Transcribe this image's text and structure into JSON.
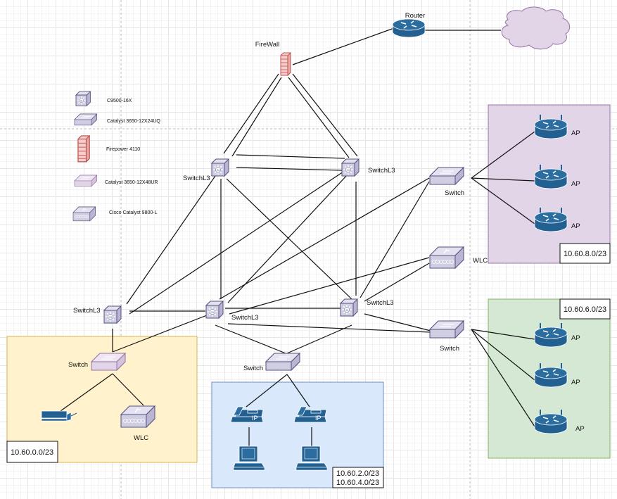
{
  "diagram": {
    "page_dividers": [
      "vertical-dashed",
      "horizontal-dashed"
    ],
    "legend": [
      {
        "icon": "layer3-switch-icon",
        "label": "C9500-16X"
      },
      {
        "icon": "switch-icon",
        "label": "Catalyst 3650-12X24UQ"
      },
      {
        "icon": "firewall-icon",
        "label": "Firepower 4110"
      },
      {
        "icon": "access-switch-icon",
        "label": "Catalyst 3650-12X48UR"
      },
      {
        "icon": "wlc-icon",
        "label": "Cisco Catalyst 9800-L"
      }
    ],
    "nodes": {
      "router": {
        "label": "Router"
      },
      "cloud": {
        "label": ""
      },
      "firewall": {
        "label": "FireWall"
      },
      "core_left": {
        "label": "SwitchL3"
      },
      "core_right": {
        "label": "SwitchL3"
      },
      "dist_left": {
        "label": "SwitchL3"
      },
      "dist_mid": {
        "label": "SwitchL3"
      },
      "dist_right": {
        "label": "SwitchL3"
      },
      "switch_ap_top": {
        "label": "Switch"
      },
      "wlc_mid": {
        "label": "WLC"
      },
      "switch_ap_bottom": {
        "label": "Switch"
      },
      "switch_left": {
        "label": "Switch"
      },
      "switch_voice": {
        "label": "Switch"
      },
      "wlc_left": {
        "label": "WLC"
      },
      "ap1": {
        "label": "AP"
      },
      "ap2": {
        "label": "AP"
      },
      "ap3": {
        "label": "AP"
      },
      "ap4": {
        "label": "AP"
      },
      "ap5": {
        "label": "AP"
      },
      "ap6": {
        "label": "AP"
      }
    },
    "zones": {
      "purple": {
        "subnet": "10.60.8.0/23",
        "color": "#e1d5e7",
        "border": "#9673a6"
      },
      "green": {
        "subnet": "10.60.6.0/23",
        "color": "#d5e8d4",
        "border": "#82b366"
      },
      "yellow": {
        "subnet": "10.60.0.0/23",
        "color": "#fff2cc",
        "border": "#d6b656"
      },
      "blue": {
        "subnet_line1": "10.60.2.0/23",
        "subnet_line2": "10.60.4.0/23",
        "color": "#dae8fc",
        "border": "#6c8ebf"
      }
    },
    "colors": {
      "cisco_blue": "#236092",
      "device_lavender": "#d0cee2",
      "device_border": "#56517e",
      "firewall_fill": "#f8cecc",
      "firewall_border": "#b85450",
      "cloud_fill": "#e1d5e7",
      "cloud_border": "#9673a6"
    }
  }
}
